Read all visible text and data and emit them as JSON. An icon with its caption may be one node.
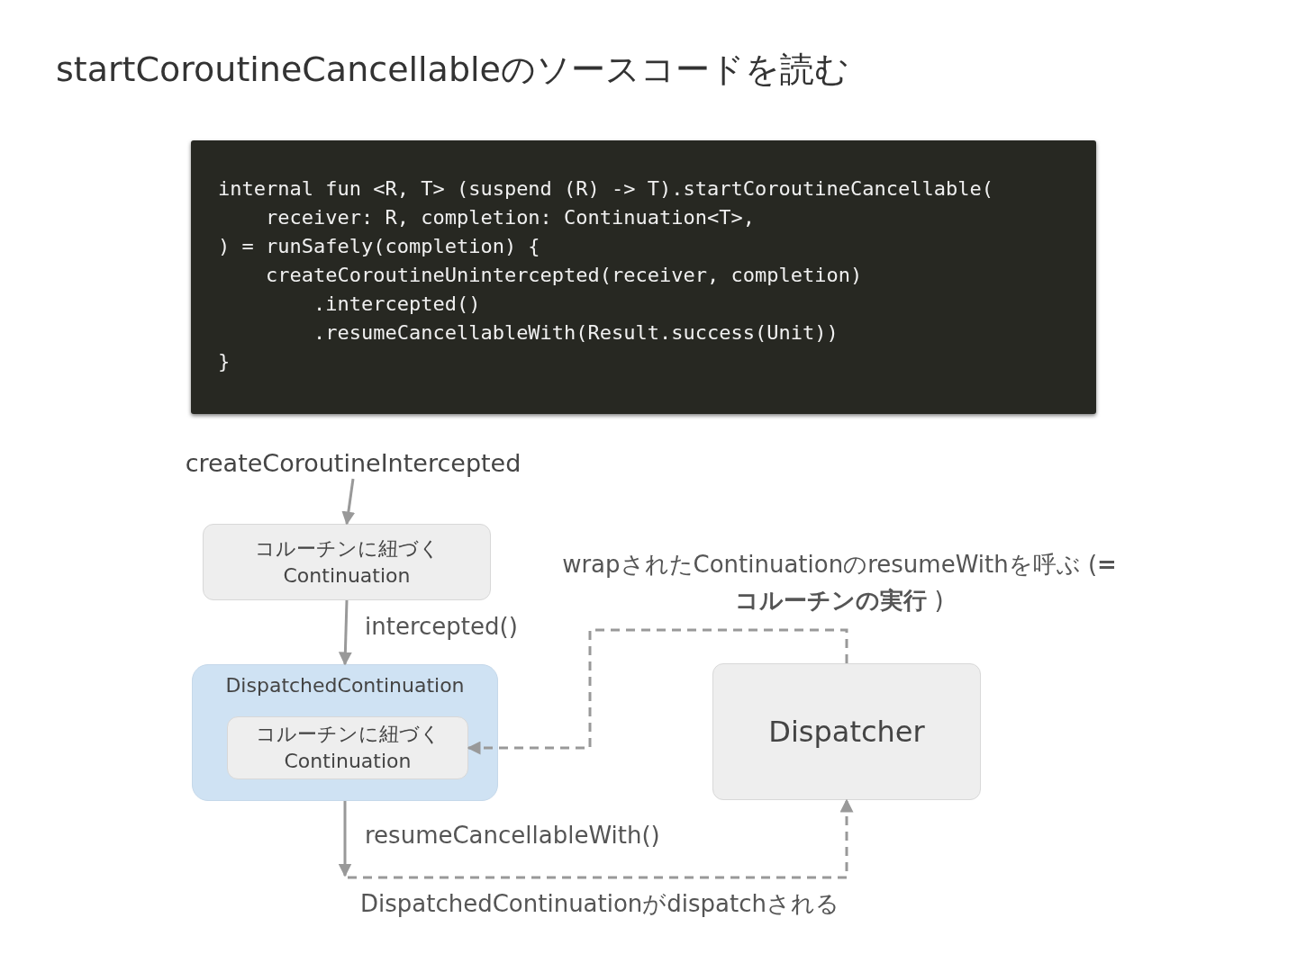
{
  "diagram": {
    "title": "startCoroutineCancellableのソースコードを読む",
    "nodes": [
      {
        "text": [
          "createCoroutineIntercepted"
        ]
      },
      {
        "text": [
          "コルーチンに紐づく Continuation"
        ]
      },
      {
        "text": [
          "DispatchedContinuation"
        ]
      },
      {
        "text": [
          "コルーチンに紐づく Continuation"
        ],
        "in": 2
      },
      {
        "text": [
          "Dispatcher"
        ]
      }
    ],
    "edges": [
      {
        "from": 0,
        "to": 1,
        "arrow": "to"
      },
      {
        "from": 1,
        "to": 2,
        "arrow": "to",
        "label": "intercepted()"
      },
      {
        "from": 2,
        "to": null,
        "arrow": "to",
        "label": "resumeCancellableWith()"
      },
      {
        "from": null,
        "to": 4,
        "arrow": "to",
        "style": "dashed",
        "label": "DispatchedContinuationがdispatchされる"
      },
      {
        "from": 4,
        "to": 3,
        "arrow": "to",
        "style": "dashed",
        "label": "wrapされたContinuationのresumeWithを呼ぶ (**= コルーチンの実行** )"
      }
    ],
    "labels": [
      "internal fun <R, T> (suspend (R) -> T).startCoroutineCancellable(",
      "    receiver: R, completion: Continuation<T>,",
      ") = runSafely(completion) {",
      "    createCoroutineUnintercepted(receiver, completion)",
      "        .intercepted()",
      "        .resumeCancellableWith(Result.success(Unit))",
      "}"
    ]
  }
}
